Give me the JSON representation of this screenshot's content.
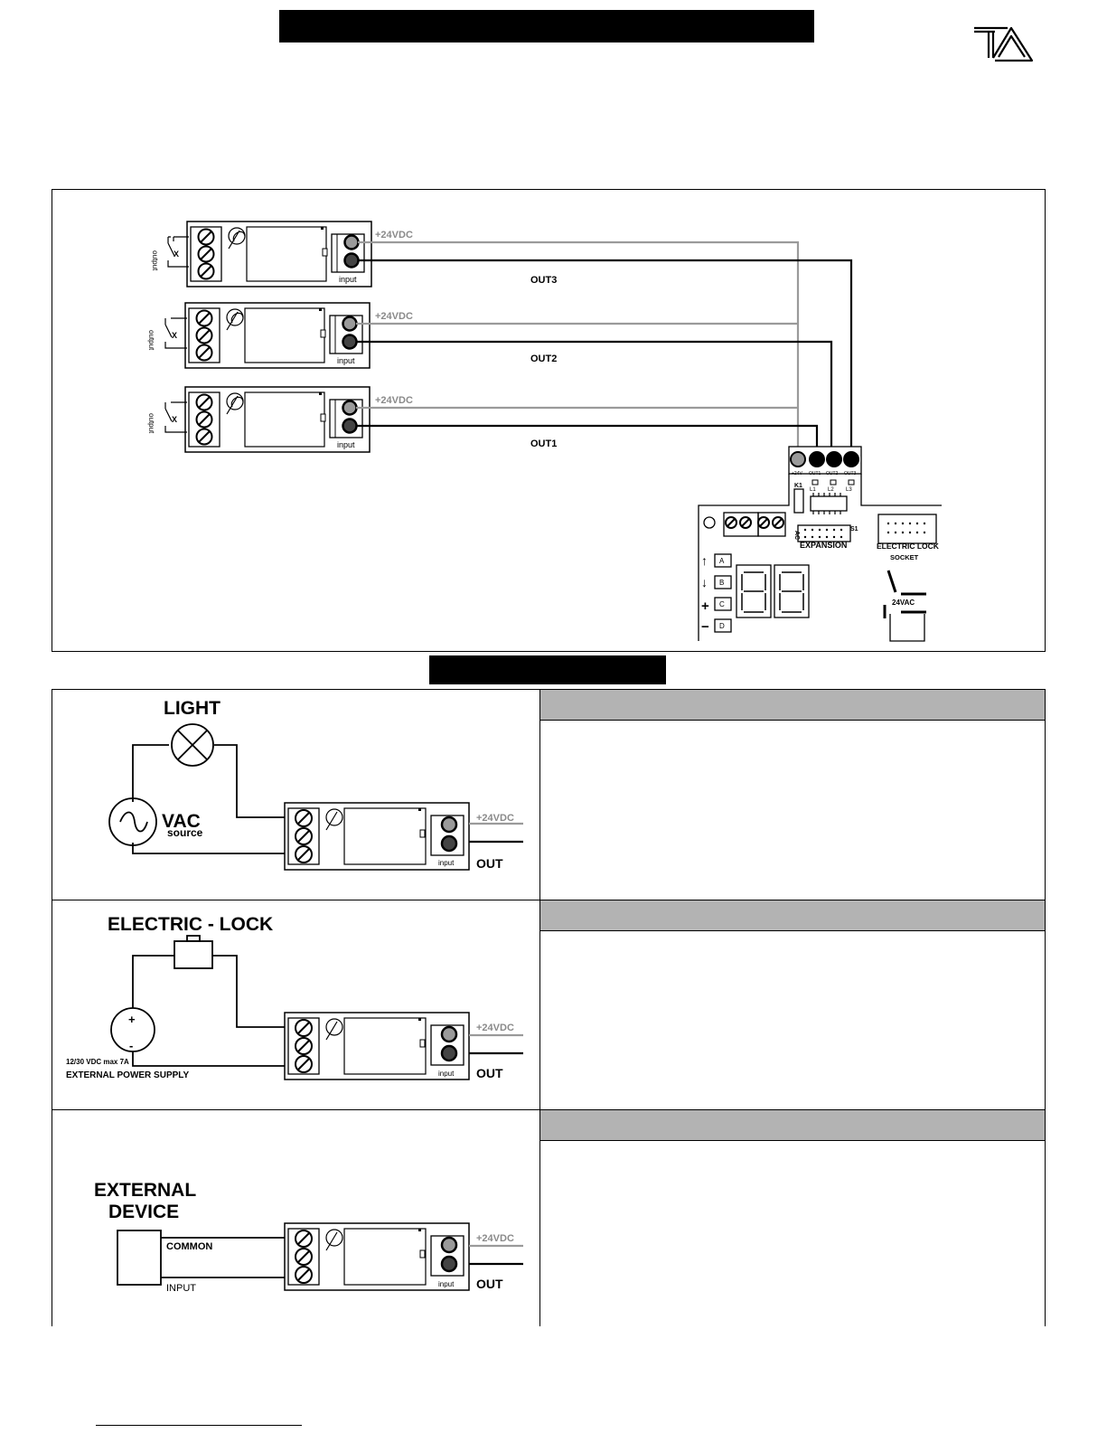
{
  "labels": {
    "plus24": "+24VDC",
    "input": "input",
    "output": "output",
    "x": "X",
    "out1": "OUT1",
    "out2": "OUT2",
    "out3": "OUT3",
    "out": "OUT",
    "k1": "K1",
    "l1": "L1",
    "l2": "L2",
    "l3": "L3",
    "ac": "AC",
    "s1": "S1",
    "expansion": "EXPANSION",
    "electric_lock_socket_1": "ELECTRIC  LOCK",
    "electric_lock_socket_2": "SOCKET",
    "vac24": "24VAC",
    "btn_a": "A",
    "btn_b": "B",
    "btn_c": "C",
    "btn_d": "D",
    "arrow_up": "↑",
    "arrow_down": "↓",
    "plus": "+",
    "minus": "−",
    "term_24v": "+24V",
    "term_out1": "OUT1",
    "term_out2": "OUT2",
    "term_out3": "OUT3",
    "light": "LIGHT",
    "vac": "VAC",
    "source": "source",
    "electric_lock": "ELECTRIC - LOCK",
    "psu_rating": "12/30 VDC max 7A",
    "external_power_supply": "EXTERNAL  POWER  SUPPLY",
    "external_device_1": "EXTERNAL",
    "external_device_2": "DEVICE",
    "common": "COMMON",
    "input_caps": "INPUT",
    "psu_plus": "+",
    "psu_minus": "-"
  },
  "colors": {
    "gray_wire": "#9a9a9a",
    "black_wire": "#000000",
    "header_gray": "#b3b3b3"
  }
}
